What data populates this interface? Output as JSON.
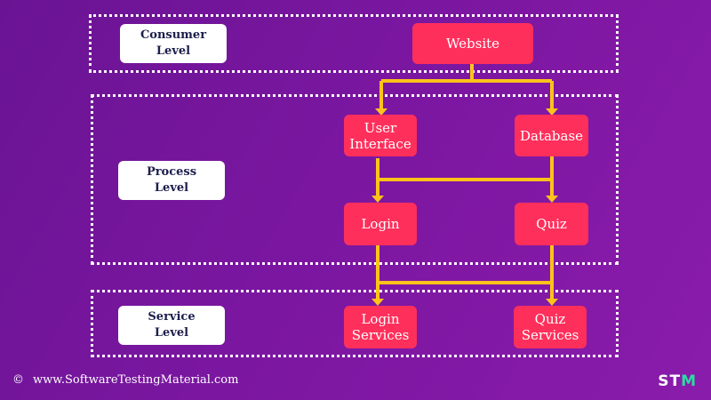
{
  "levels": {
    "consumer": "Consumer\nLevel",
    "process": "Process\nLevel",
    "service": "Service\nLevel"
  },
  "nodes": {
    "website": "Website",
    "user_interface": "User\nInterface",
    "database": "Database",
    "login": "Login",
    "quiz": "Quiz",
    "login_services": "Login\nServices",
    "quiz_services": "Quiz\nServices"
  },
  "footer": {
    "copyright_symbol": "©",
    "url": "www.SoftwareTestingMaterial.com"
  },
  "logo": {
    "text_main": "ST",
    "text_accent": "M"
  },
  "colors": {
    "background": "#7a16a0",
    "node": "#ff2f5b",
    "connector": "#ffc21a",
    "label_text": "#1c1e4d"
  }
}
